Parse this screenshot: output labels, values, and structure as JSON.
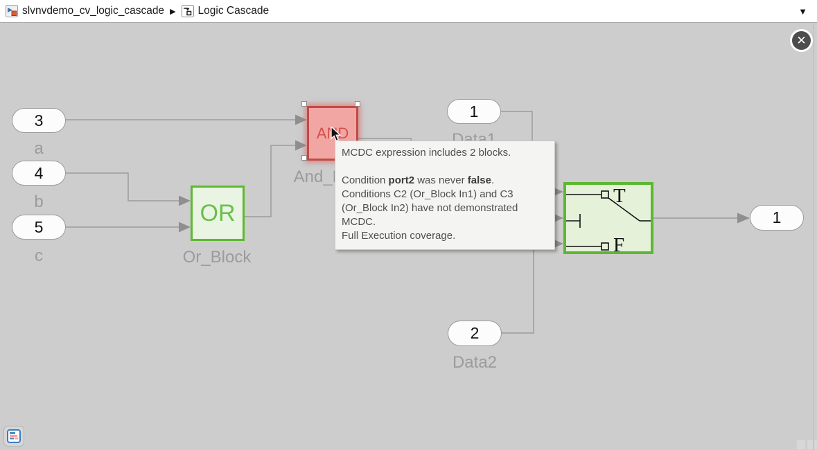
{
  "breadcrumb": {
    "separator": "▶",
    "caret": "▼",
    "items": [
      {
        "label": "slvnvdemo_cv_logic_cascade",
        "icon": "simulink-model-icon"
      },
      {
        "label": "Logic Cascade",
        "icon": "subsystem-icon"
      }
    ]
  },
  "blocks": {
    "inport_a": {
      "value": "3",
      "label": "a"
    },
    "inport_b": {
      "value": "4",
      "label": "b"
    },
    "inport_c": {
      "value": "5",
      "label": "c"
    },
    "or": {
      "text": "OR",
      "label": "Or_Block"
    },
    "and": {
      "text": "AND",
      "label": "And_Block"
    },
    "data1": {
      "value": "1",
      "label": "Data1"
    },
    "data2": {
      "value": "2",
      "label": "Data2"
    },
    "switch": {
      "true_label": "T",
      "false_label": "F"
    },
    "outport": {
      "value": "1"
    }
  },
  "tooltip": {
    "lines": [
      [
        {
          "text": "MCDC expression includes 2 blocks."
        }
      ],
      [],
      [
        {
          "text": "Condition "
        },
        {
          "text": "port2",
          "bold": true
        },
        {
          "text": " was never "
        },
        {
          "text": "false",
          "bold": true
        },
        {
          "text": "."
        }
      ],
      [
        {
          "text": "Conditions C2 (Or_Block In1) and C3 (Or_Block In2) have not demonstrated MCDC."
        }
      ],
      [
        {
          "text": "Full Execution coverage."
        }
      ]
    ]
  },
  "close_button": {
    "glyph": "✕"
  },
  "colors": {
    "pass_green_border": "#5cb832",
    "pass_green_fill": "#eaf4e3",
    "fail_red_border": "#c14a43",
    "fail_red_fill": "#f2a6a4",
    "wire_gray": "#9b9b9b",
    "label_gray": "#9b9b9b",
    "canvas_bg": "#cdcdcd"
  }
}
